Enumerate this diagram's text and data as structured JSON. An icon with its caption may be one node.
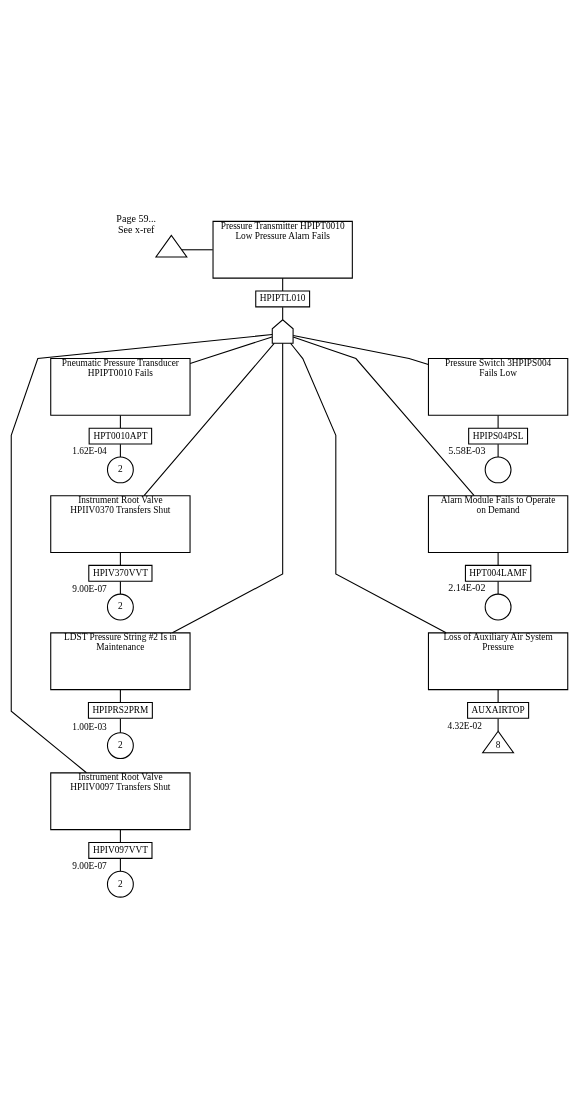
{
  "diagram": {
    "nodes": [
      {
        "text": [
          "Pressure Transmitter HPIPT0010 Low Pressure Alarn Fails"
        ]
      },
      {
        "text": [],
        "shape": "triangle",
        "beside": [
          "Page 59... See x-ref"
        ]
      },
      {
        "text": [
          "HPIPTL010"
        ]
      },
      {
        "text": [],
        "shape": "gate"
      },
      {
        "text": [
          "Pneumatic Pressure Transducer HPIPT0010 Fails"
        ]
      },
      {
        "text": [
          "HPT0010APT"
        ]
      },
      {
        "text": [
          "2"
        ],
        "beside": [
          "1.62E-04"
        ]
      },
      {
        "text": [
          "Pressure Switch 3HPIPS004 Fails Low"
        ]
      },
      {
        "text": [
          "HPIPS04PSL"
        ]
      },
      {
        "text": [],
        "shape": "circle",
        "beside": [
          "5.58E-03"
        ]
      },
      {
        "text": [
          "Instrument Root Valve HPIIV0370 Transfers Shut"
        ]
      },
      {
        "text": [
          "HPIV370VVT"
        ]
      },
      {
        "text": [
          "2"
        ],
        "beside": [
          "9.00E-07"
        ]
      },
      {
        "text": [
          "Alarn Module Fails to Operate on Demand"
        ]
      },
      {
        "text": [
          "HPT004LAMF"
        ]
      },
      {
        "text": [],
        "shape": "circle",
        "beside": [
          "2.14E-02"
        ]
      },
      {
        "text": [
          "LDST Pressure String #2 Is in Maintenance"
        ]
      },
      {
        "text": [
          "HPIPRS2PRM"
        ]
      },
      {
        "text": [
          "2"
        ],
        "beside": [
          "1.00E-03"
        ]
      },
      {
        "text": [
          "Loss of Auxiliary Air System Pressure"
        ]
      },
      {
        "text": [
          "AUXAIRTOP"
        ]
      },
      {
        "text": [
          "8"
        ],
        "beside": [
          "4.32E-02"
        ]
      },
      {
        "text": [
          "Instrument Root Valve HPIIV0097 Transfers Shut"
        ]
      },
      {
        "text": [
          "HPIV097VVT"
        ]
      },
      {
        "text": [
          "2"
        ],
        "beside": [
          "9.00E-07"
        ]
      }
    ],
    "edges": [
      {
        "from": 1,
        "to": 0,
        "arrow": "none"
      },
      {
        "from": 0,
        "to": 2,
        "arrow": "none"
      },
      {
        "from": 2,
        "to": 3,
        "arrow": "none"
      },
      {
        "from": 3,
        "to": 4,
        "arrow": "none"
      },
      {
        "from": 3,
        "to": 7,
        "arrow": "none"
      },
      {
        "from": 3,
        "to": 10,
        "arrow": "none"
      },
      {
        "from": 3,
        "to": 13,
        "arrow": "none"
      },
      {
        "from": 3,
        "to": 16,
        "arrow": "none"
      },
      {
        "from": 3,
        "to": 19,
        "arrow": "none"
      },
      {
        "from": 3,
        "to": 22,
        "arrow": "none"
      },
      {
        "from": 4,
        "to": 5,
        "arrow": "none"
      },
      {
        "from": 5,
        "to": 6,
        "arrow": "none"
      },
      {
        "from": 7,
        "to": 8,
        "arrow": "none"
      },
      {
        "from": 8,
        "to": 9,
        "arrow": "none"
      },
      {
        "from": 10,
        "to": 11,
        "arrow": "none"
      },
      {
        "from": 11,
        "to": 12,
        "arrow": "none"
      },
      {
        "from": 13,
        "to": 14,
        "arrow": "none"
      },
      {
        "from": 14,
        "to": 15,
        "arrow": "none"
      },
      {
        "from": 16,
        "to": 17,
        "arrow": "none"
      },
      {
        "from": 17,
        "to": 18,
        "arrow": "none"
      },
      {
        "from": 19,
        "to": 20,
        "arrow": "none"
      },
      {
        "from": 20,
        "to": 21,
        "arrow": "none"
      },
      {
        "from": 22,
        "to": 23,
        "arrow": "none"
      },
      {
        "from": 23,
        "to": 24,
        "arrow": "none"
      }
    ]
  }
}
